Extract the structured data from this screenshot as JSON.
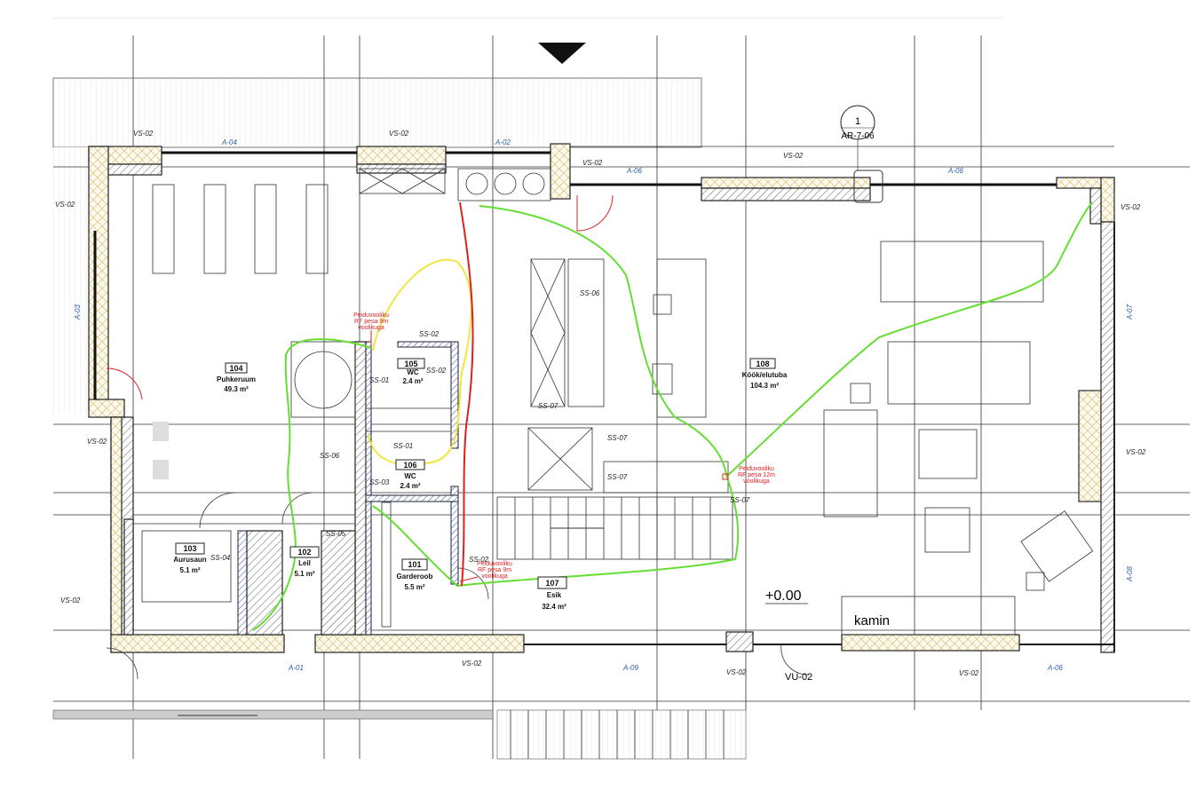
{
  "plan": {
    "elevation": "+0.00",
    "fireplace_label": "kamin",
    "section_marker": {
      "number": "1",
      "sheet": "AR-7-06"
    },
    "door_tag": "VU-02"
  },
  "rooms": [
    {
      "number": "104",
      "name": "Puhkeruum",
      "area": "49.3 m²"
    },
    {
      "number": "105",
      "name": "WC",
      "area": "2.4 m²"
    },
    {
      "number": "106",
      "name": "WC",
      "area": "2.4 m²"
    },
    {
      "number": "108",
      "name": "Köök/elutuba",
      "area": "104.3 m²"
    },
    {
      "number": "103",
      "name": "Aurusaun",
      "area": "5.1 m²"
    },
    {
      "number": "102",
      "name": "Leil",
      "area": "5.1 m²"
    },
    {
      "number": "101",
      "name": "Garderoob",
      "area": "5.5 m²"
    },
    {
      "number": "107",
      "name": "Esik",
      "area": "32.4 m²"
    }
  ],
  "wall_tags": [
    "VS-02",
    "VS-02",
    "VS-02",
    "VS-02",
    "VS-02",
    "VS-02",
    "VS-02",
    "VS-02",
    "VS-02",
    "VS-02",
    "VS-02",
    "VS-02"
  ],
  "window_tags": [
    "A-04",
    "A-02",
    "A-06",
    "A-06",
    "A-03",
    "A-07",
    "A-08",
    "A-01",
    "A-09",
    "A-06"
  ],
  "partition_tags": [
    "SS-06",
    "SS-02",
    "SS-02",
    "SS-01",
    "SS-01",
    "SS-06",
    "SS-03",
    "SS-07",
    "SS-07",
    "SS-07",
    "SS-07",
    "SS-05",
    "SS-04",
    "SS-02"
  ],
  "hose_outlets": [
    {
      "line1": "Peiduvooliku",
      "line2": "RF pesa 9m",
      "line3": "voolikuga"
    },
    {
      "line1": "Peiduvooliku",
      "line2": "RF pesa 9m",
      "line3": "voolikuga"
    },
    {
      "line1": "Peiduvooliku",
      "line2": "RF pesa 12m",
      "line3": "voolikuga"
    }
  ],
  "colors": {
    "hose_green": "#66dd33",
    "hose_yellow": "#f2e640",
    "pipe_red": "#e02020",
    "window_tag_blue": "#2a5aa8"
  }
}
